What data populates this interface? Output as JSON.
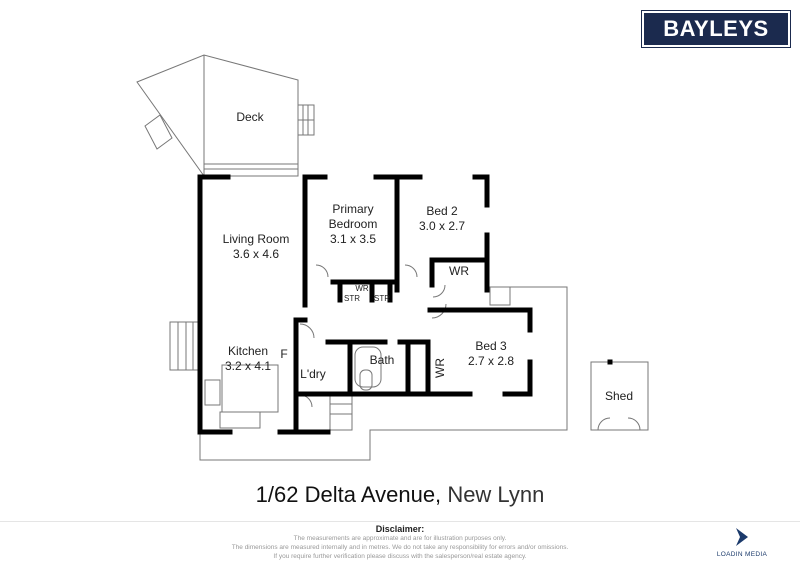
{
  "brand": {
    "logo_text": "BAYLEYS",
    "color": "#1b2a4e"
  },
  "rooms": [
    {
      "name": "Deck",
      "size": ""
    },
    {
      "name": "Living Room",
      "size": "3.6 x 4.6"
    },
    {
      "name": "Primary Bedroom",
      "size": "3.1 x 3.5"
    },
    {
      "name": "Bed 2",
      "size": "3.0 x 2.7"
    },
    {
      "name": "Kitchen",
      "size": "3.2 x 4.1"
    },
    {
      "name": "Bed 3",
      "size": "2.7 x 2.8"
    },
    {
      "name": "Bath",
      "size": ""
    },
    {
      "name": "L'dry",
      "size": ""
    },
    {
      "name": "Shed",
      "size": ""
    }
  ],
  "labels": {
    "wr": "WR",
    "str": "STR",
    "fridge": "F",
    "primary_line1": "Primary",
    "primary_line2": "Bedroom"
  },
  "address": {
    "street": "1/62 Delta Avenue,",
    "suburb": "New Lynn"
  },
  "disclaimer": {
    "heading": "Disclaimer:",
    "lines": [
      "The measurements are approximate and are for illustration purposes only.",
      "The dimensions are measured internally and in metres. We do not take any responsibility for errors and/or omissions.",
      "If you require further verification please discuss with the salesperson/real estate agency."
    ]
  },
  "footer_brand": {
    "name": "LOADIN MEDIA",
    "color": "#1b3a6b"
  }
}
